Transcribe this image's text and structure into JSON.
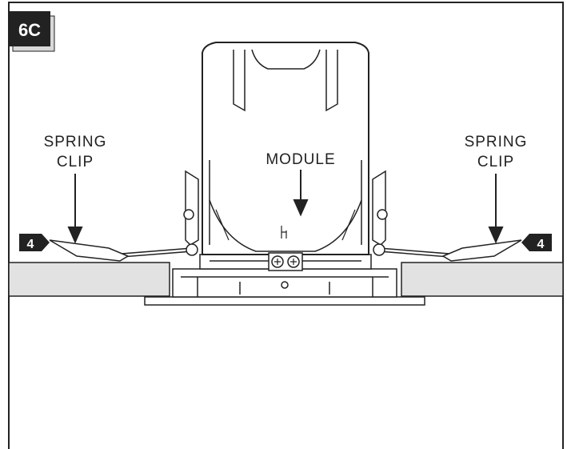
{
  "step_badge": "6C",
  "labels": {
    "spring_clip_left_line1": "SPRING",
    "spring_clip_left_line2": "CLIP",
    "module": "MODULE",
    "spring_clip_right_line1": "SPRING",
    "spring_clip_right_line2": "CLIP"
  },
  "callouts": {
    "left": "4",
    "right": "4"
  },
  "colors": {
    "frame": "#222222",
    "ceiling": "#e2e2e2",
    "line": "#222222"
  }
}
